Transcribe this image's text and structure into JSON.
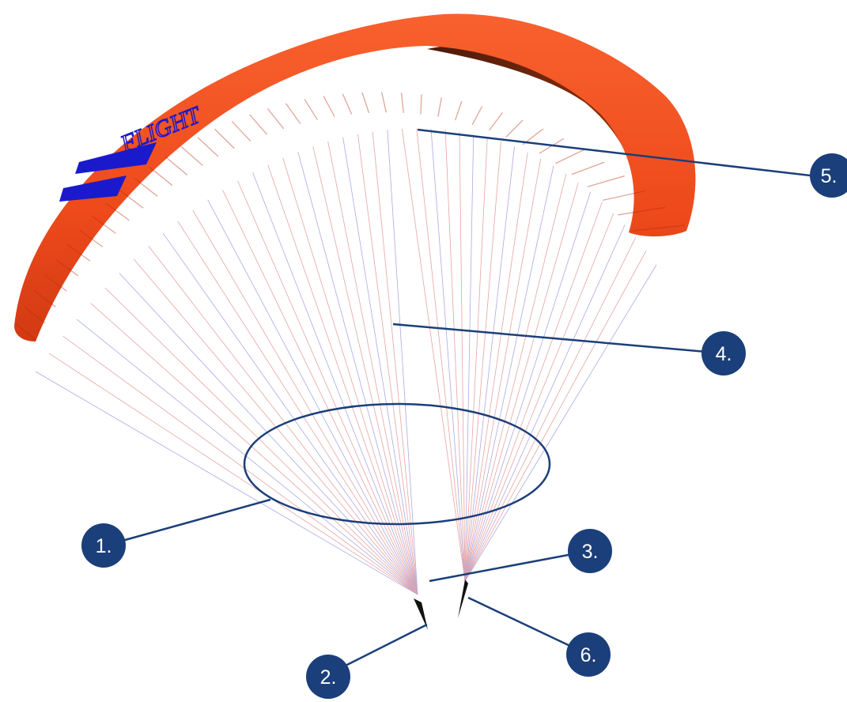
{
  "diagram": {
    "subject": "paraglider-wing",
    "colors": {
      "canopy": "#f04a1c",
      "canopy_shadow": "#b32d0a",
      "canopy_dark_interior": "#3a1408",
      "stripe": "#1a1acc",
      "lines_red": "#e7a3a3",
      "lines_blue": "#a9a9e6",
      "callout_line": "#1b3f7a",
      "badge_fill": "#1b3f7a",
      "badge_text": "#ffffff",
      "ellipse_stroke": "#1b3f7a"
    },
    "canopy_lettering": "FLIGHT",
    "callouts": [
      {
        "id": "1",
        "label": "1."
      },
      {
        "id": "2",
        "label": "2."
      },
      {
        "id": "3",
        "label": "3."
      },
      {
        "id": "4",
        "label": "4."
      },
      {
        "id": "5",
        "label": "5."
      },
      {
        "id": "6",
        "label": "6."
      }
    ]
  }
}
